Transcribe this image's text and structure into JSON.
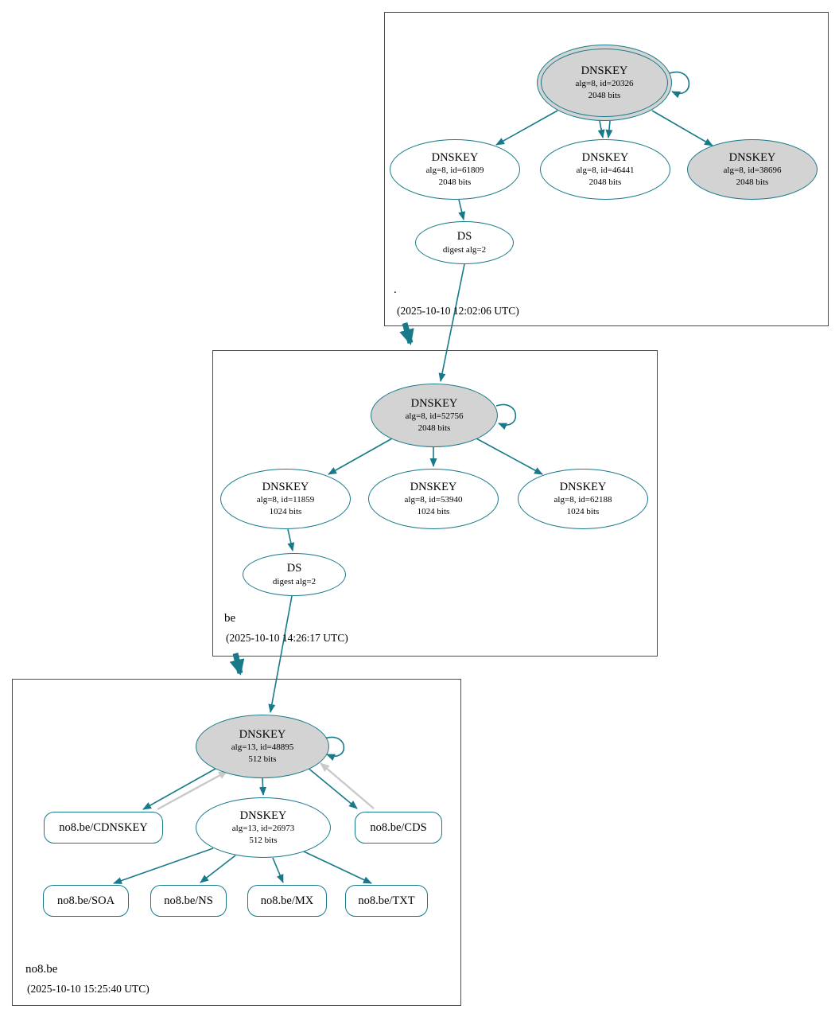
{
  "colors": {
    "secure_edge": "#17798a",
    "node_gray_fill": "#d3d3d3",
    "alt_edge_gray": "#c9c9c9"
  },
  "zones": {
    "root": {
      "label": ".",
      "timestamp": "(2025-10-10 12:02:06 UTC)",
      "ksk": {
        "type": "DNSKEY",
        "alg": "alg=8, id=20326",
        "bits": "2048 bits"
      },
      "key1": {
        "type": "DNSKEY",
        "alg": "alg=8, id=61809",
        "bits": "2048 bits"
      },
      "key2": {
        "type": "DNSKEY",
        "alg": "alg=8, id=46441",
        "bits": "2048 bits"
      },
      "key3": {
        "type": "DNSKEY",
        "alg": "alg=8, id=38696",
        "bits": "2048 bits"
      },
      "ds": {
        "type": "DS",
        "digest": "digest alg=2"
      }
    },
    "be": {
      "label": "be",
      "timestamp": "(2025-10-10 14:26:17 UTC)",
      "ksk": {
        "type": "DNSKEY",
        "alg": "alg=8, id=52756",
        "bits": "2048 bits"
      },
      "key1": {
        "type": "DNSKEY",
        "alg": "alg=8, id=11859",
        "bits": "1024 bits"
      },
      "key2": {
        "type": "DNSKEY",
        "alg": "alg=8, id=53940",
        "bits": "1024 bits"
      },
      "key3": {
        "type": "DNSKEY",
        "alg": "alg=8, id=62188",
        "bits": "1024 bits"
      },
      "ds": {
        "type": "DS",
        "digest": "digest alg=2"
      }
    },
    "no8be": {
      "label": "no8.be",
      "timestamp": "(2025-10-10 15:25:40 UTC)",
      "ksk": {
        "type": "DNSKEY",
        "alg": "alg=13, id=48895",
        "bits": "512 bits"
      },
      "zsk": {
        "type": "DNSKEY",
        "alg": "alg=13, id=26973",
        "bits": "512 bits"
      },
      "cdnskey": {
        "label": "no8.be/CDNSKEY"
      },
      "cds": {
        "label": "no8.be/CDS"
      },
      "soa": {
        "label": "no8.be/SOA"
      },
      "ns": {
        "label": "no8.be/NS"
      },
      "mx": {
        "label": "no8.be/MX"
      },
      "txt": {
        "label": "no8.be/TXT"
      }
    }
  }
}
